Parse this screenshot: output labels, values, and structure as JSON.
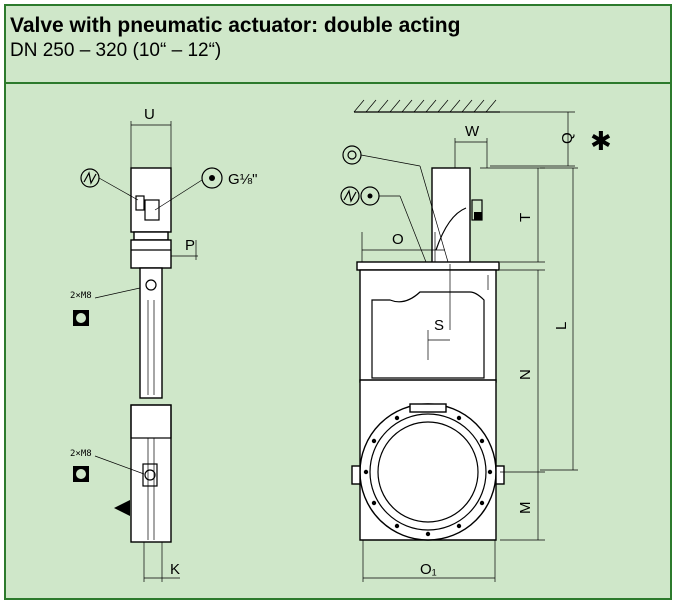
{
  "header": {
    "title": "Valve with pneumatic actuator: double acting",
    "subtitle": "DN 250 – 320 (10“ – 12“)"
  },
  "labels": {
    "U": "U",
    "P": "P",
    "K": "K",
    "G": "G⅛\"",
    "W": "W",
    "Q": "Q",
    "T": "T",
    "O": "O",
    "S": "S",
    "L": "L",
    "N": "N",
    "M": "M",
    "O1": "O₁",
    "screw1": "2×M8",
    "screw2": "2×M8",
    "asterisk": "✱"
  }
}
